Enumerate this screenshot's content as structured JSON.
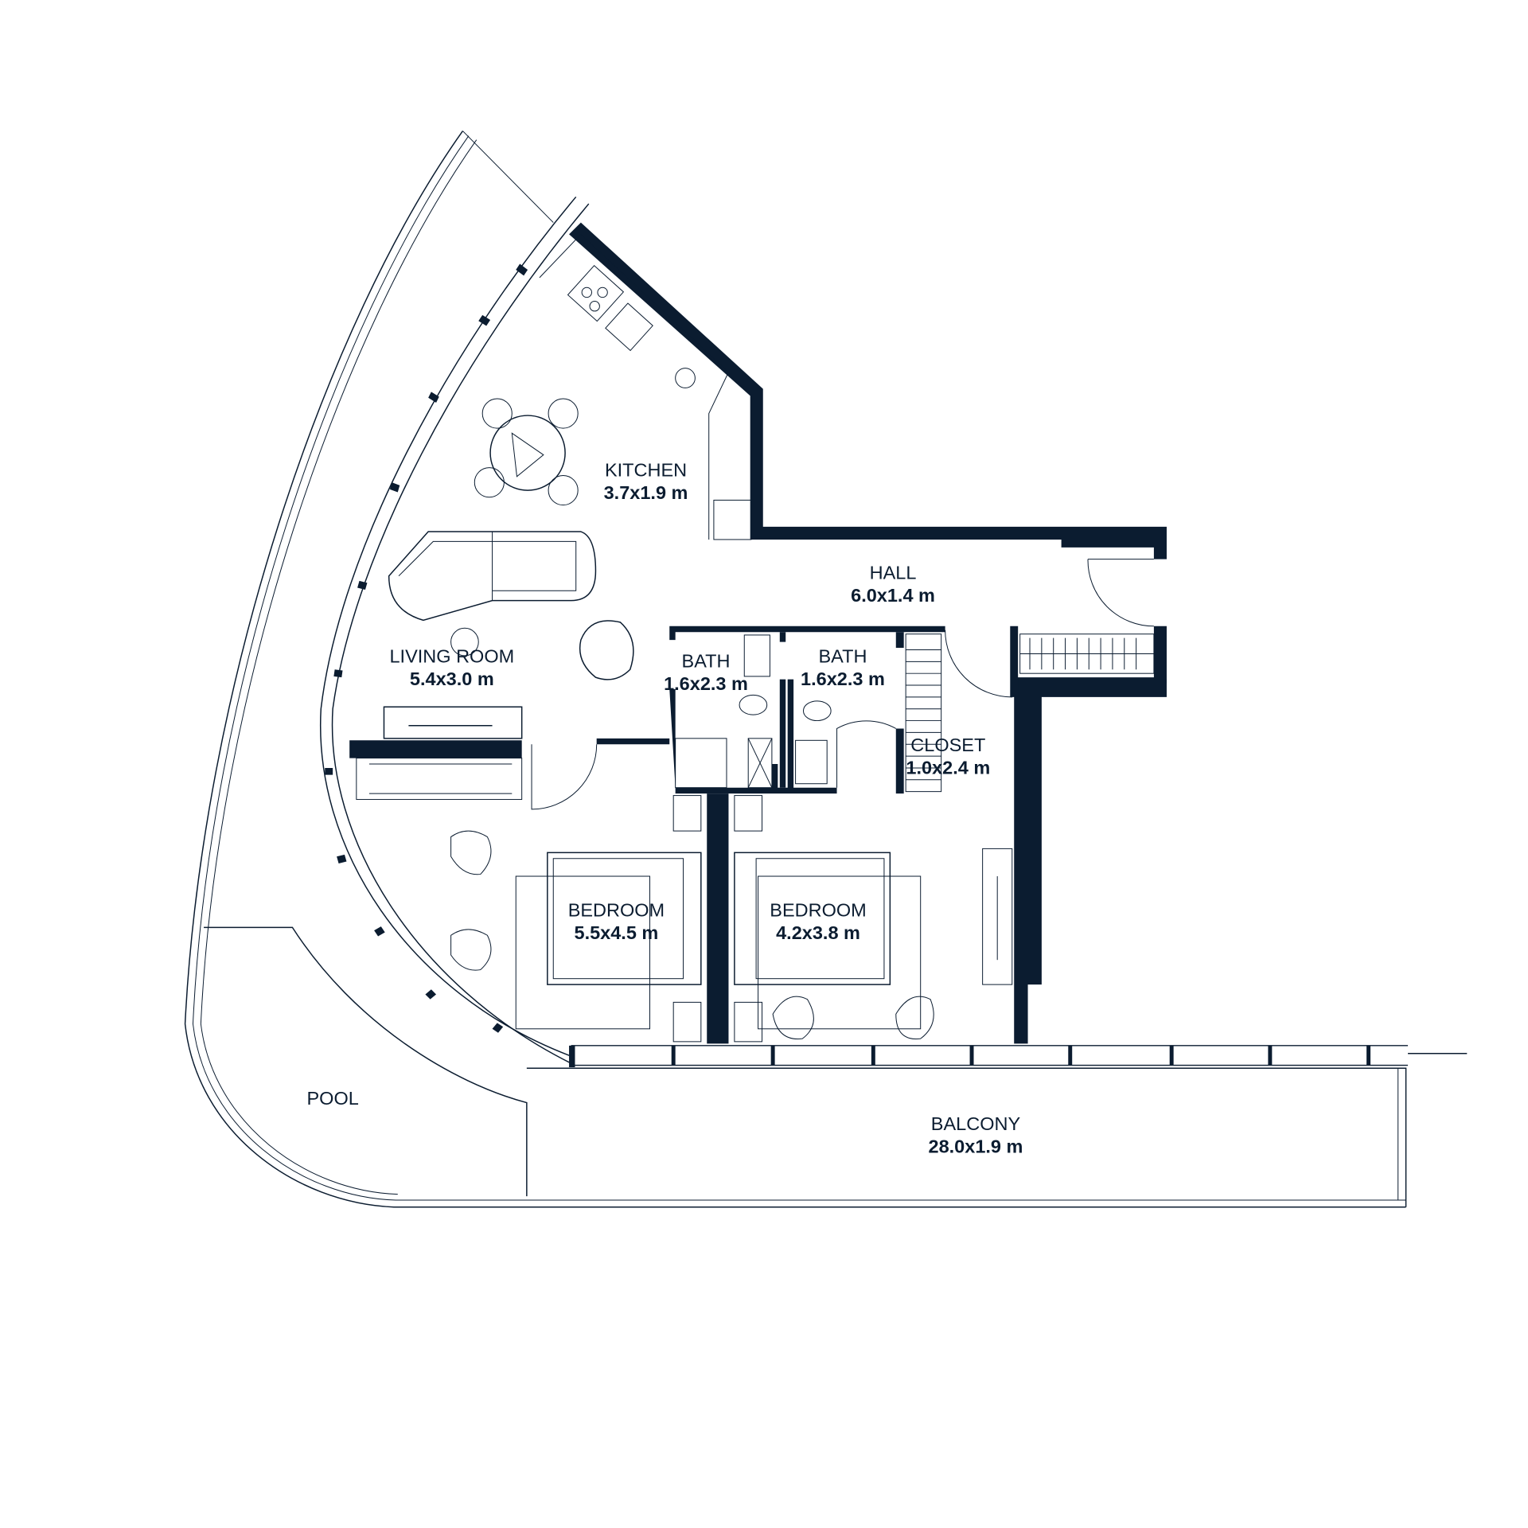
{
  "colors": {
    "ink": "#0b1c30",
    "background": "#ffffff"
  },
  "rooms": {
    "kitchen": {
      "name": "KITCHEN",
      "size": "3.7x1.9 m"
    },
    "hall": {
      "name": "HALL",
      "size": "6.0x1.4 m"
    },
    "living": {
      "name": "LIVING ROOM",
      "size": "5.4x3.0 m"
    },
    "bath1": {
      "name": "BATH",
      "size": "1.6x2.3 m"
    },
    "bath2": {
      "name": "BATH",
      "size": "1.6x2.3 m"
    },
    "closet": {
      "name": "CLOSET",
      "size": "1.0x2.4 m"
    },
    "bedroom1": {
      "name": "BEDROOM",
      "size": "5.5x4.5 m"
    },
    "bedroom2": {
      "name": "BEDROOM",
      "size": "4.2x3.8 m"
    },
    "pool": {
      "name": "POOL"
    },
    "balcony": {
      "name": "BALCONY",
      "size": "28.0x1.9 m"
    }
  }
}
